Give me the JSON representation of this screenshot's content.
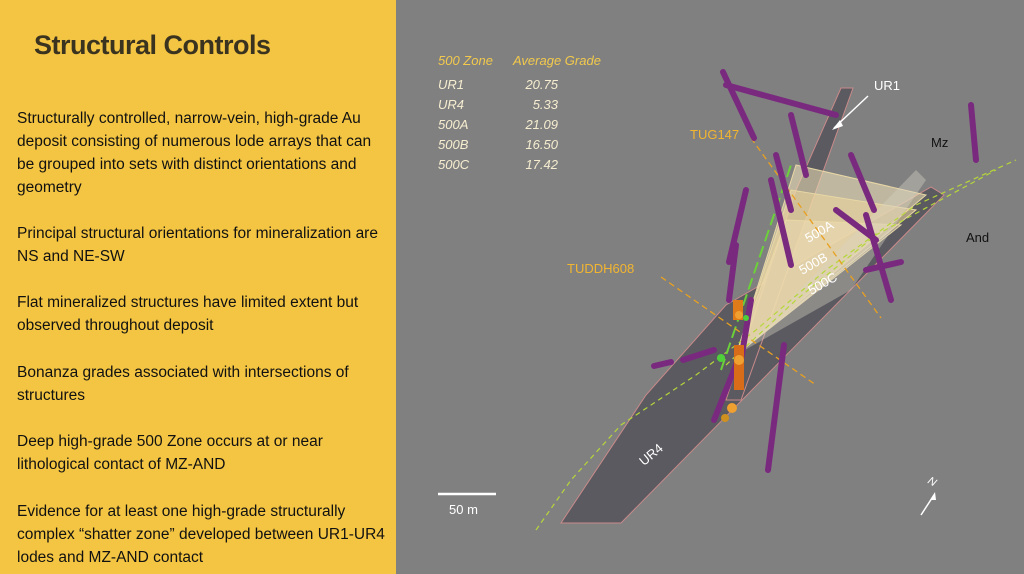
{
  "title": "Structural Controls",
  "bullets": [
    "Structurally controlled, narrow-vein, high-grade Au deposit consisting of numerous lode arrays that can be grouped into sets with distinct orientations and geometry",
    "Principal structural orientations for mineralization are NS and NE-SW",
    "Flat mineralized structures have limited extent but observed throughout deposit",
    "Bonanza grades associated with intersections of structures",
    "Deep high-grade 500 Zone occurs at or near lithological contact of MZ-AND",
    "Evidence for at least one high-grade structurally complex “shatter zone” developed between UR1-UR4 lodes and MZ-AND contact"
  ],
  "grade_table": {
    "headers": [
      "500 Zone",
      "Average Grade"
    ],
    "rows": [
      [
        "UR1",
        "20.75"
      ],
      [
        "UR4",
        "5.33"
      ],
      [
        "500A",
        "21.09"
      ],
      [
        "500B",
        "16.50"
      ],
      [
        "500C",
        "17.42"
      ]
    ]
  },
  "labels": {
    "ur1": "UR1",
    "ur4": "UR4",
    "mz": "Mz",
    "and": "And",
    "tug147": "TUG147",
    "tuddh608": "TUDDH608",
    "z500a": "500A",
    "z500b": "500B",
    "z500c": "500C",
    "scale": "50 m",
    "north": "N"
  },
  "colors": {
    "panel_bg": "#f4c542",
    "diagram_bg": "#808080",
    "drillhole": "#7a2a7e",
    "trace": "#e8a020",
    "contact": "#b5d63a"
  }
}
